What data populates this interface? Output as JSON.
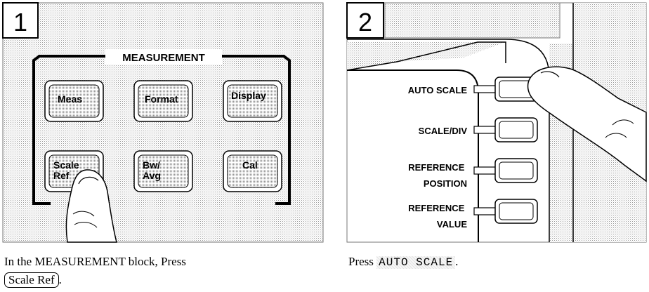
{
  "step1": {
    "number": "1",
    "block_title": "MEASUREMENT",
    "keys": [
      "Meas",
      "Format",
      "Display",
      "Scale Ref",
      "Bw/ Avg",
      "Cal"
    ],
    "caption_prefix": "In the MEASUREMENT block, Press",
    "caption_key": "Scale Ref",
    "caption_suffix": "."
  },
  "step2": {
    "number": "2",
    "softkeys": [
      "AUTO SCALE",
      "SCALE/DIV",
      "REFERENCE POSITION",
      "REFERENCE VALUE"
    ],
    "caption_prefix": "Press",
    "caption_key": "AUTO SCALE",
    "caption_suffix": "."
  }
}
